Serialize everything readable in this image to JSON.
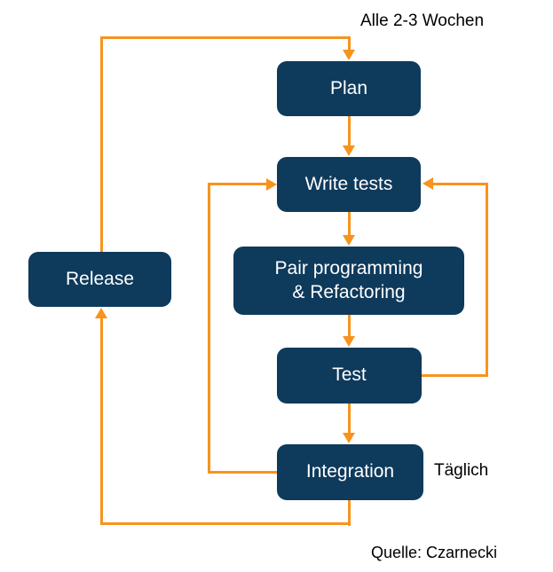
{
  "diagram": {
    "nodes": {
      "plan": {
        "label": "Plan"
      },
      "write_tests": {
        "label": "Write tests"
      },
      "pair": {
        "label_line1": "Pair programming",
        "label_line2": "& Refactoring"
      },
      "test": {
        "label": "Test"
      },
      "integration": {
        "label": "Integration"
      },
      "release": {
        "label": "Release"
      }
    },
    "annotations": {
      "cycle_label": "Alle 2-3 Wochen",
      "daily_label": "Täglich",
      "source_label": "Quelle: Czarnecki"
    },
    "colors": {
      "node_fill": "#0E3A5C",
      "node_text": "#FFFFFF",
      "arrow": "#F7941E",
      "label_text": "#000000",
      "background": "#FFFFFF"
    }
  }
}
